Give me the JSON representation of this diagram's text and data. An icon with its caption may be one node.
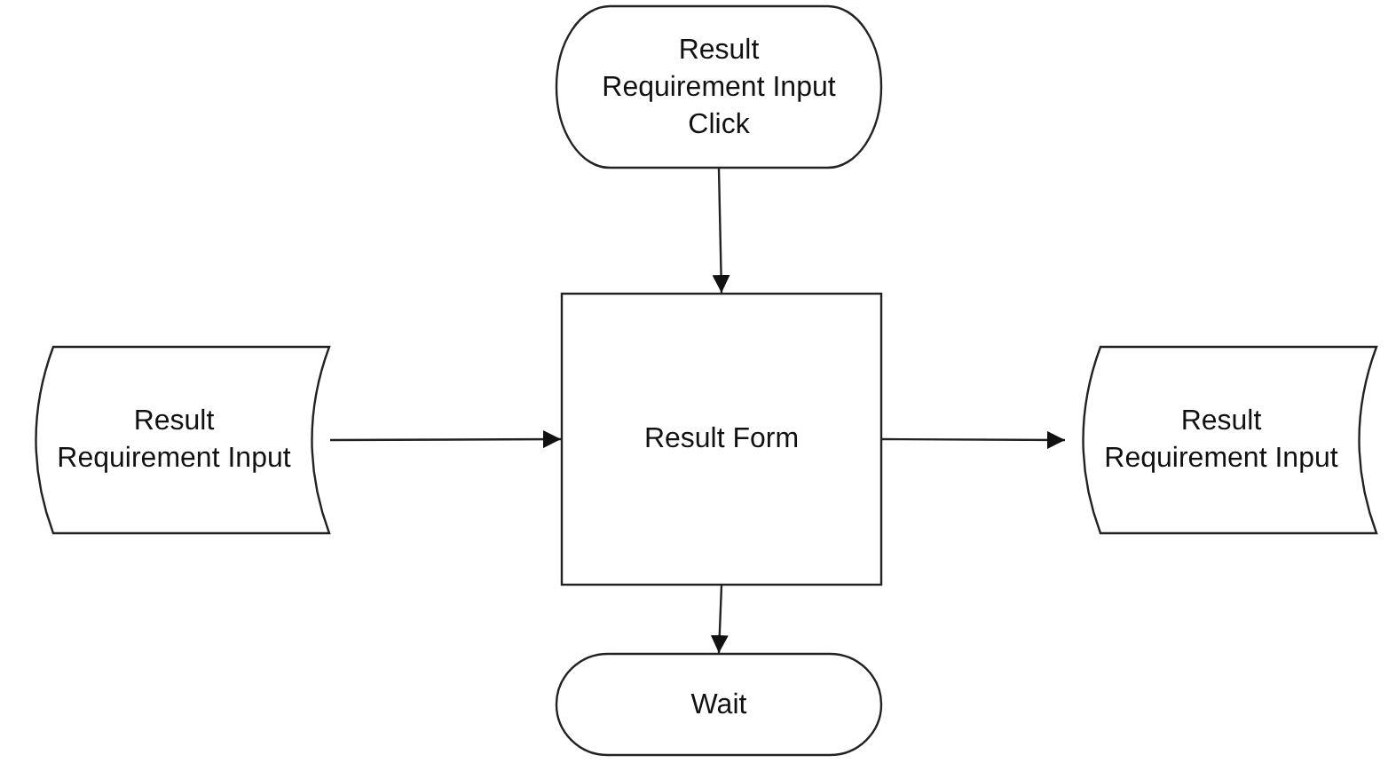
{
  "diagram": {
    "nodes": [
      {
        "text": [
          "Result Requirement Input Click"
        ]
      },
      {
        "text": [
          "Result Requirement Input"
        ]
      },
      {
        "text": [
          "Result Form"
        ]
      },
      {
        "text": [
          "Result Requirement Input"
        ]
      },
      {
        "text": [
          "Wait"
        ]
      }
    ],
    "edges": [
      {
        "from": 0,
        "to": 2,
        "arrow": "to"
      },
      {
        "from": 1,
        "to": 2,
        "arrow": "to"
      },
      {
        "from": 2,
        "to": 3,
        "arrow": "to"
      },
      {
        "from": 2,
        "to": 4,
        "arrow": "to"
      }
    ]
  }
}
